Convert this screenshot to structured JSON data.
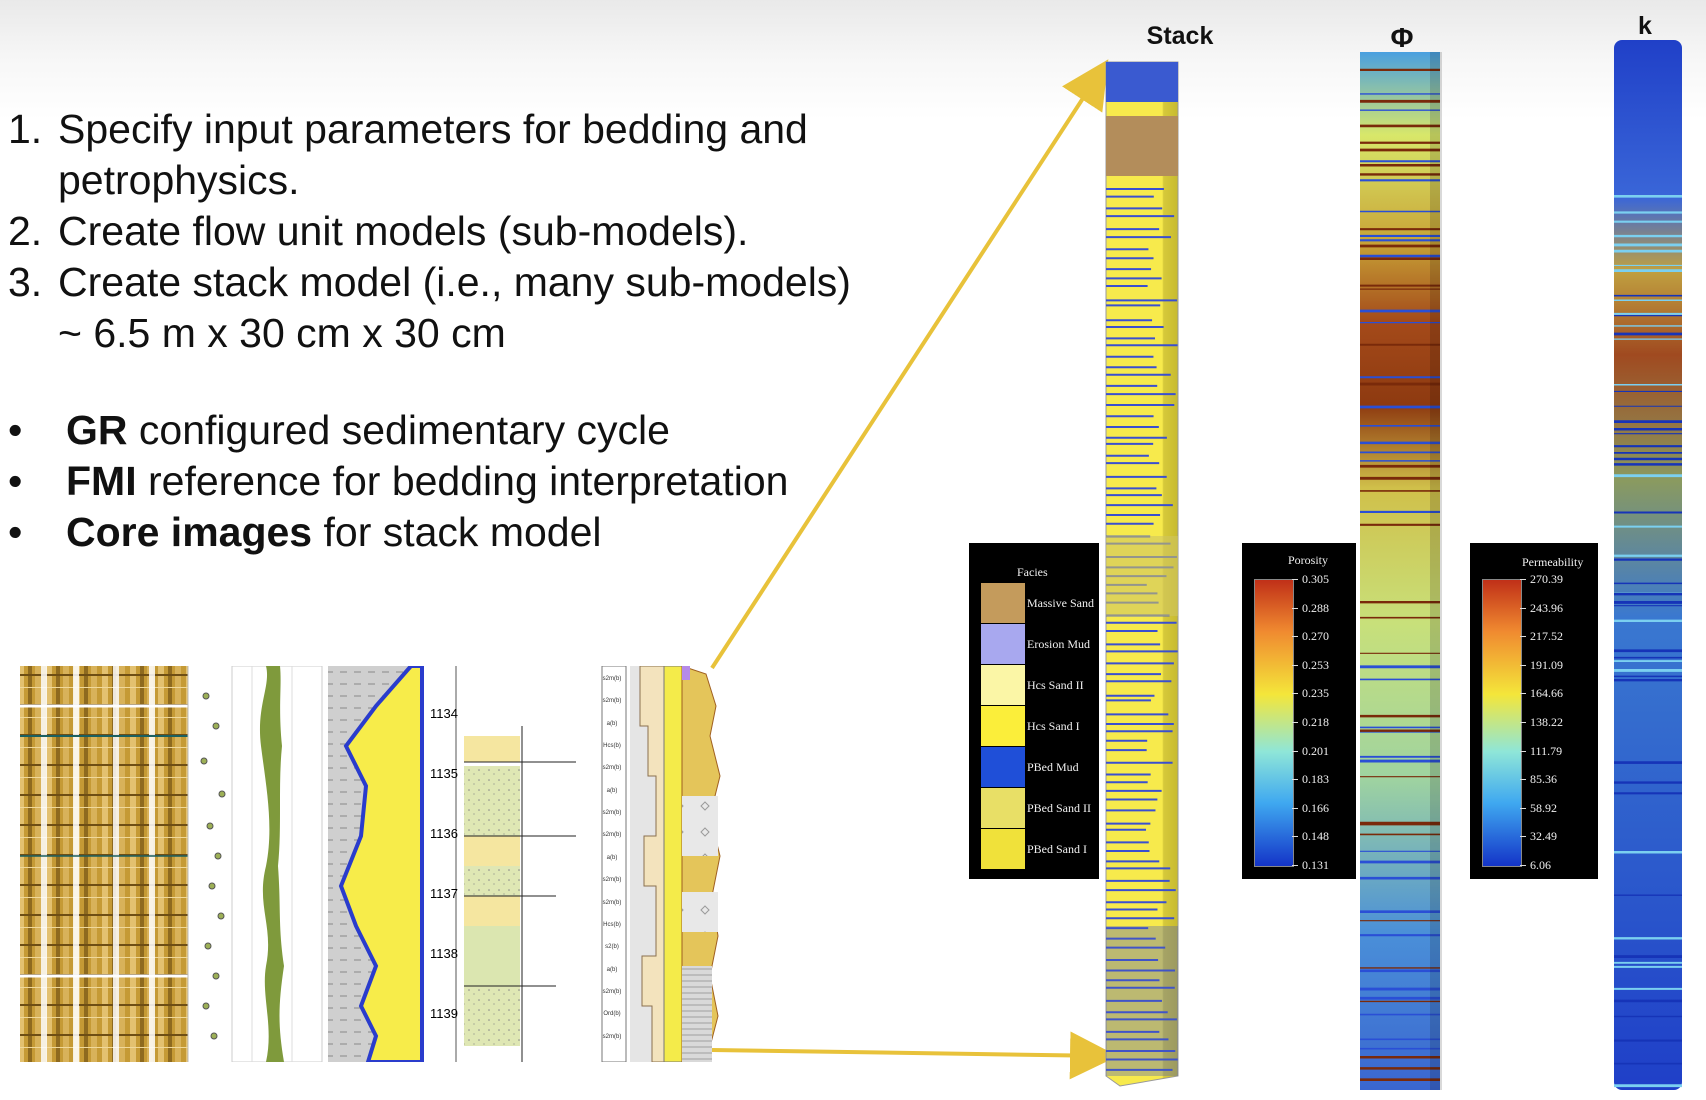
{
  "steps": [
    {
      "num": "1.",
      "lines": [
        "Specify input parameters for bedding and",
        "petrophysics."
      ]
    },
    {
      "num": "2.",
      "lines": [
        "Create flow unit models (sub-models)."
      ]
    },
    {
      "num": "3.",
      "lines": [
        "Create stack model (i.e., many sub-models)",
        "~ 6.5 m x 30 cm x 30 cm"
      ]
    }
  ],
  "bullets": [
    {
      "bold": "GR",
      "text": " configured sedimentary cycle"
    },
    {
      "bold": "FMI",
      "text": " reference for bedding interpretation"
    },
    {
      "bold": "Core images",
      "text": " for stack model"
    }
  ],
  "columns": {
    "stack": "Stack",
    "phi": "Φ",
    "k": "k"
  },
  "facies_legend": {
    "title": "Facies",
    "items": [
      {
        "label": "Massive Sand",
        "color": "#c49b5c"
      },
      {
        "label": "Erosion Mud",
        "color": "#a8a8ef"
      },
      {
        "label": "Hcs Sand II",
        "color": "#fbf6a6"
      },
      {
        "label": "Hcs Sand I",
        "color": "#fbee3a"
      },
      {
        "label": "PBed Mud",
        "color": "#1f4fd8"
      },
      {
        "label": "PBed Sand II",
        "color": "#e8df66"
      },
      {
        "label": "PBed Sand I",
        "color": "#f0e13a"
      }
    ]
  },
  "porosity_legend": {
    "title": "Porosity",
    "ticks": [
      "0.305",
      "0.288",
      "0.270",
      "0.253",
      "0.235",
      "0.218",
      "0.201",
      "0.183",
      "0.166",
      "0.148",
      "0.131"
    ]
  },
  "permeability_legend": {
    "title": "Permeability",
    "ticks": [
      "270.39",
      "243.96",
      "217.52",
      "191.09",
      "164.66",
      "138.22",
      "111.79",
      "85.36",
      "58.92",
      "32.49",
      "6.06"
    ]
  },
  "depths": [
    "1134",
    "1135",
    "1136",
    "1137",
    "1138",
    "1139"
  ],
  "core_codes": [
    "s2m(b)",
    "s2m(b)",
    "a(b)",
    "Hcs(b)",
    "s2m(b)",
    "a(b)",
    "s2m(b)",
    "s2m(b)",
    "a(b)",
    "s2m(b)",
    "s2m(b)",
    "Hcs(b)",
    "s2(b)",
    "a(b)",
    "s2m(b)",
    "Ord(b)",
    "s2m(b)"
  ],
  "colors": {
    "arrow": "#e8c23a",
    "sand": "#f4e94a",
    "mud": "#2a4fd6",
    "massive": "#b8915a"
  }
}
